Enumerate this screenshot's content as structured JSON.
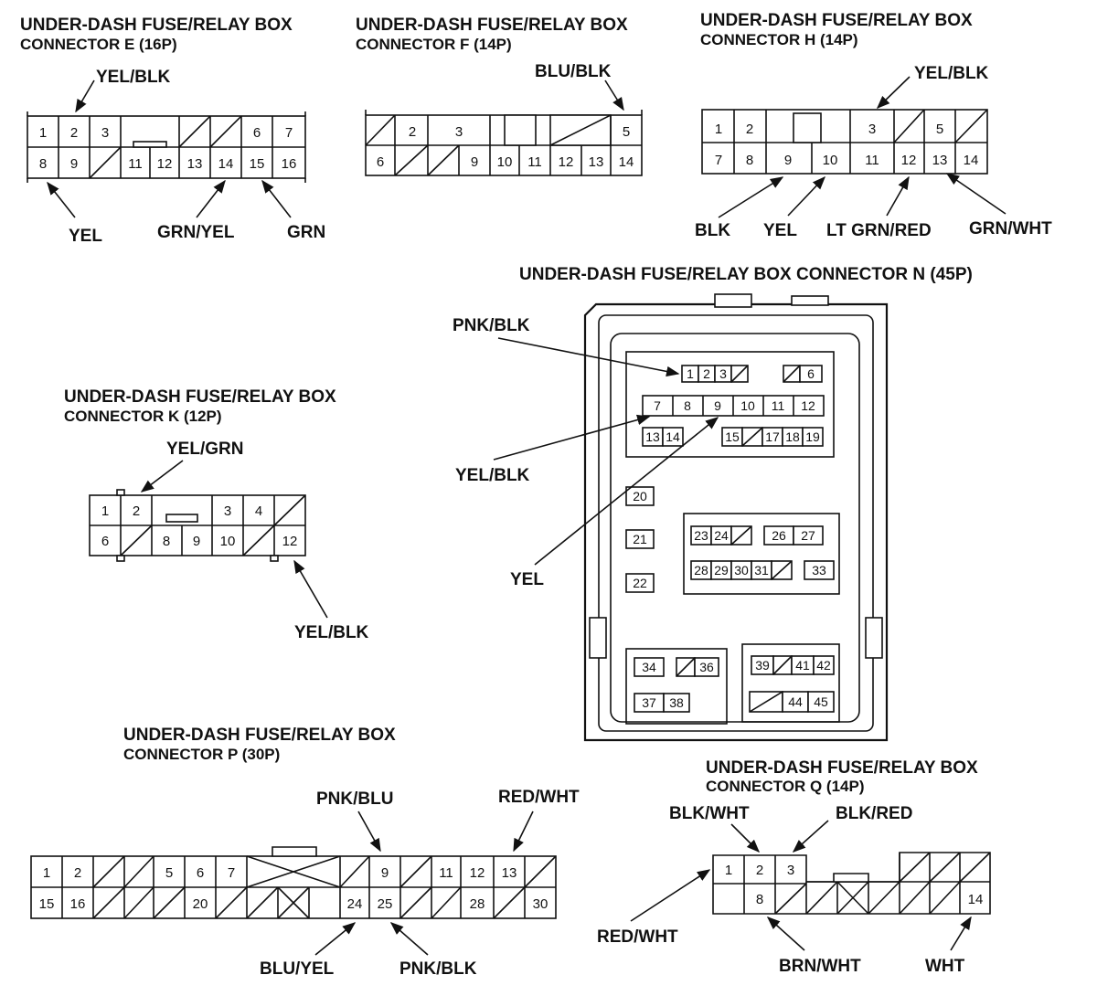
{
  "connectors": {
    "E": {
      "title_line1": "UNDER-DASH FUSE/RELAY BOX",
      "title_line2": "CONNECTOR E (16P)",
      "pins_top": [
        "1",
        "2",
        "3",
        "",
        "",
        "6",
        "7"
      ],
      "pins_bottom": [
        "8",
        "9",
        "",
        "11",
        "12",
        "13",
        "14",
        "15",
        "16"
      ],
      "wires": [
        "YEL/BLK",
        "YEL",
        "GRN/YEL",
        "GRN"
      ]
    },
    "F": {
      "title_line1": "UNDER-DASH FUSE/RELAY BOX",
      "title_line2": "CONNECTOR F (14P)",
      "pins_top": [
        "",
        "2",
        "3",
        "",
        "5"
      ],
      "pins_bottom": [
        "6",
        "",
        "",
        "9",
        "10",
        "11",
        "12",
        "13",
        "14"
      ],
      "wires": [
        "BLU/BLK"
      ]
    },
    "H": {
      "title_line1": "UNDER-DASH FUSE/RELAY BOX",
      "title_line2": "CONNECTOR H (14P)",
      "pins_top": [
        "1",
        "2",
        "3",
        "",
        "5",
        ""
      ],
      "pins_bottom": [
        "7",
        "8",
        "9",
        "10",
        "11",
        "12",
        "13",
        "14"
      ],
      "wires": [
        "YEL/BLK",
        "BLK",
        "YEL",
        "LT GRN/RED",
        "GRN/WHT"
      ]
    },
    "N": {
      "title": "UNDER-DASH FUSE/RELAY BOX CONNECTOR N (45P)",
      "pins": [
        "1",
        "2",
        "3",
        "6",
        "7",
        "8",
        "9",
        "10",
        "11",
        "12",
        "13",
        "14",
        "15",
        "17",
        "18",
        "19",
        "20",
        "21",
        "22",
        "23",
        "24",
        "26",
        "27",
        "28",
        "29",
        "30",
        "31",
        "33",
        "34",
        "36",
        "37",
        "38",
        "39",
        "41",
        "42",
        "44",
        "45"
      ],
      "wires": [
        "PNK/BLK",
        "YEL/BLK",
        "YEL"
      ]
    },
    "K": {
      "title_line1": "UNDER-DASH FUSE/RELAY BOX",
      "title_line2": "CONNECTOR K (12P)",
      "pins_top": [
        "1",
        "2",
        "3",
        "4",
        ""
      ],
      "pins_bottom": [
        "6",
        "",
        "8",
        "9",
        "10",
        "",
        "12"
      ],
      "wires": [
        "YEL/GRN",
        "YEL/BLK"
      ]
    },
    "P": {
      "title_line1": "UNDER-DASH FUSE/RELAY BOX",
      "title_line2": "CONNECTOR P (30P)",
      "pins_top": [
        "1",
        "2",
        "",
        "",
        "5",
        "6",
        "7",
        "",
        "9",
        "",
        "11",
        "12",
        "13",
        ""
      ],
      "pins_bottom": [
        "15",
        "16",
        "",
        "",
        "20",
        "",
        "",
        "",
        "24",
        "25",
        "",
        "28",
        "",
        "30"
      ],
      "wires": [
        "PNK/BLU",
        "RED/WHT",
        "BLU/YEL",
        "PNK/BLK"
      ]
    },
    "Q": {
      "title_line1": "UNDER-DASH FUSE/RELAY BOX",
      "title_line2": "CONNECTOR Q (14P)",
      "pins_top": [
        "1",
        "2",
        "3"
      ],
      "pins_bottom": [
        "8",
        "14"
      ],
      "wires": [
        "BLK/WHT",
        "BLK/RED",
        "RED/WHT",
        "BRN/WHT",
        "WHT"
      ]
    }
  }
}
